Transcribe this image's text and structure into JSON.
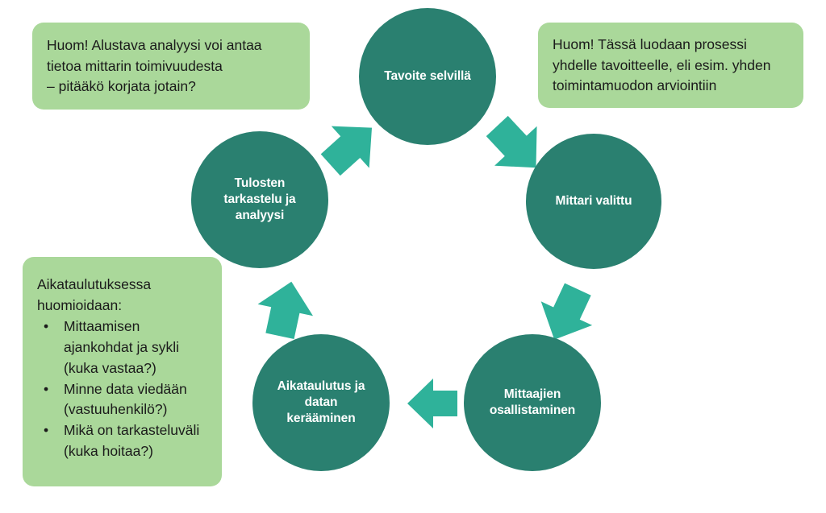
{
  "diagram": {
    "title_hidden": "Mittaamisen prosessi",
    "colors": {
      "circle_fill": "#2a8070",
      "arrow_fill": "#2fb29a",
      "note_fill": "#aad89a",
      "note_text": "#1b1b1b",
      "circle_text": "#ffffff",
      "background": "#ffffff"
    },
    "nodes": [
      {
        "id": "tavoite",
        "label": "Tavoite selvillä"
      },
      {
        "id": "mittari",
        "label": "Mittari valittu"
      },
      {
        "id": "mittaajien",
        "label": "Mittaajien\nosallistaminen"
      },
      {
        "id": "aikataulutus",
        "label": "Aikataulutus ja\ndatan\nkerääminen"
      },
      {
        "id": "tulokset",
        "label": "Tulosten\ntarkastelu ja\nanalyysi"
      }
    ],
    "arrows": [
      {
        "id": "tulokset-to-tavoite",
        "direction": "up-right"
      },
      {
        "id": "tavoite-to-mittari",
        "direction": "down-right"
      },
      {
        "id": "mittari-to-mittaajien",
        "direction": "down-left"
      },
      {
        "id": "mittaajien-to-aikataulutus",
        "direction": "left"
      },
      {
        "id": "aikataulutus-to-tulokset",
        "direction": "up"
      }
    ],
    "notes": {
      "analyysi": {
        "text": "Huom! Alustava analyysi voi antaa tietoa mittarin toimivuudesta\n– pitääkö korjata jotain?"
      },
      "prosessi": {
        "text": "Huom! Tässä luodaan prosessi yhdelle tavoitteelle, eli esim. yhden toimintamuodon arviointiin"
      },
      "aikataulu": {
        "intro": "Aikataulutuksessa huomioidaan:",
        "bullet_glyph": "•",
        "bullets": [
          "Mittaamisen ajankohdat ja sykli (kuka vastaa?)",
          "Minne data viedään (vastuuhenkilö?)",
          "Mikä on tarkasteluväli (kuka hoitaa?)"
        ]
      }
    }
  }
}
